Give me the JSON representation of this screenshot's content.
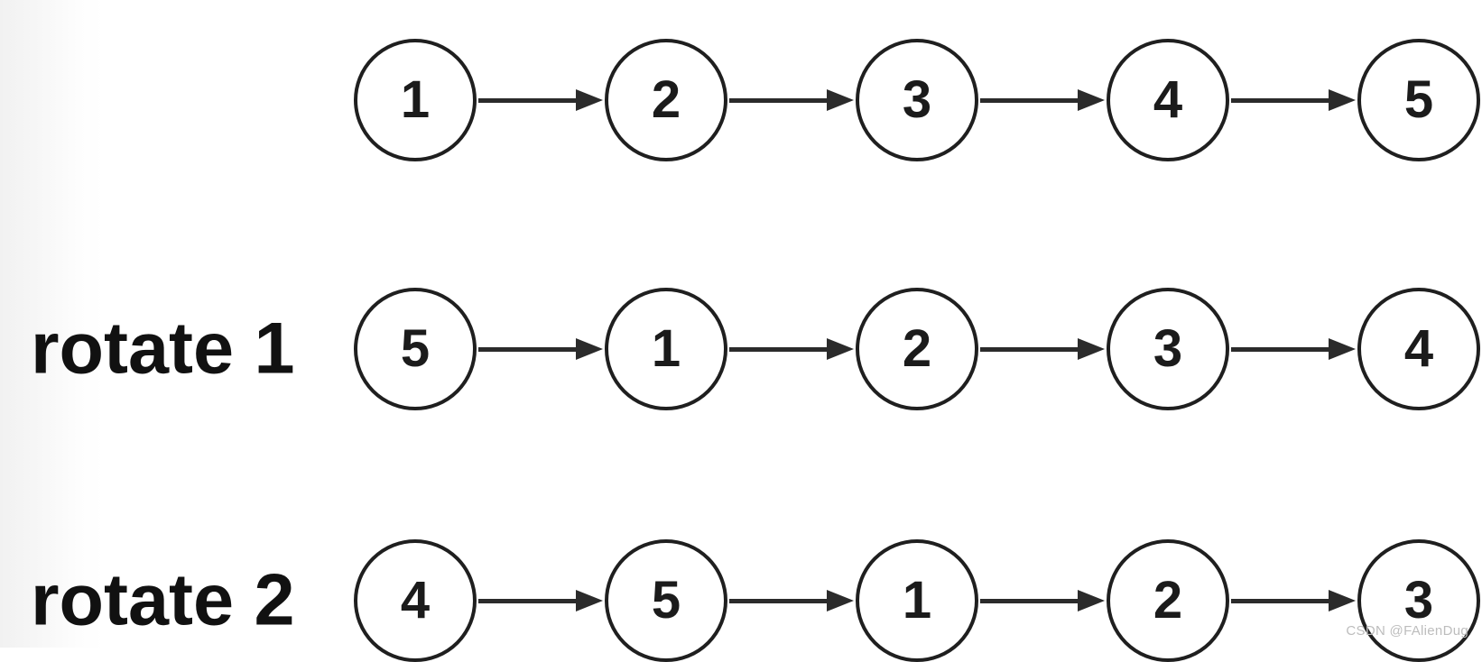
{
  "page": {
    "watermark": "CSDN @FAlienDug",
    "watermark_color": "#bdbdbd",
    "background_color": "#ffffff",
    "edge_gradient_color": "#f1f1f1"
  },
  "diagram": {
    "type": "linked-list-rotation",
    "node_stroke_color": "#1f1f1f",
    "node_fill_color": "#ffffff",
    "arrow_color": "#2b2b2b",
    "label_color": "#111111",
    "rows": [
      {
        "label": "",
        "nodes": [
          "1",
          "2",
          "3",
          "4",
          "5"
        ]
      },
      {
        "label": "rotate 1",
        "nodes": [
          "5",
          "1",
          "2",
          "3",
          "4"
        ]
      },
      {
        "label": "rotate 2",
        "nodes": [
          "4",
          "5",
          "1",
          "2",
          "3"
        ]
      }
    ]
  }
}
